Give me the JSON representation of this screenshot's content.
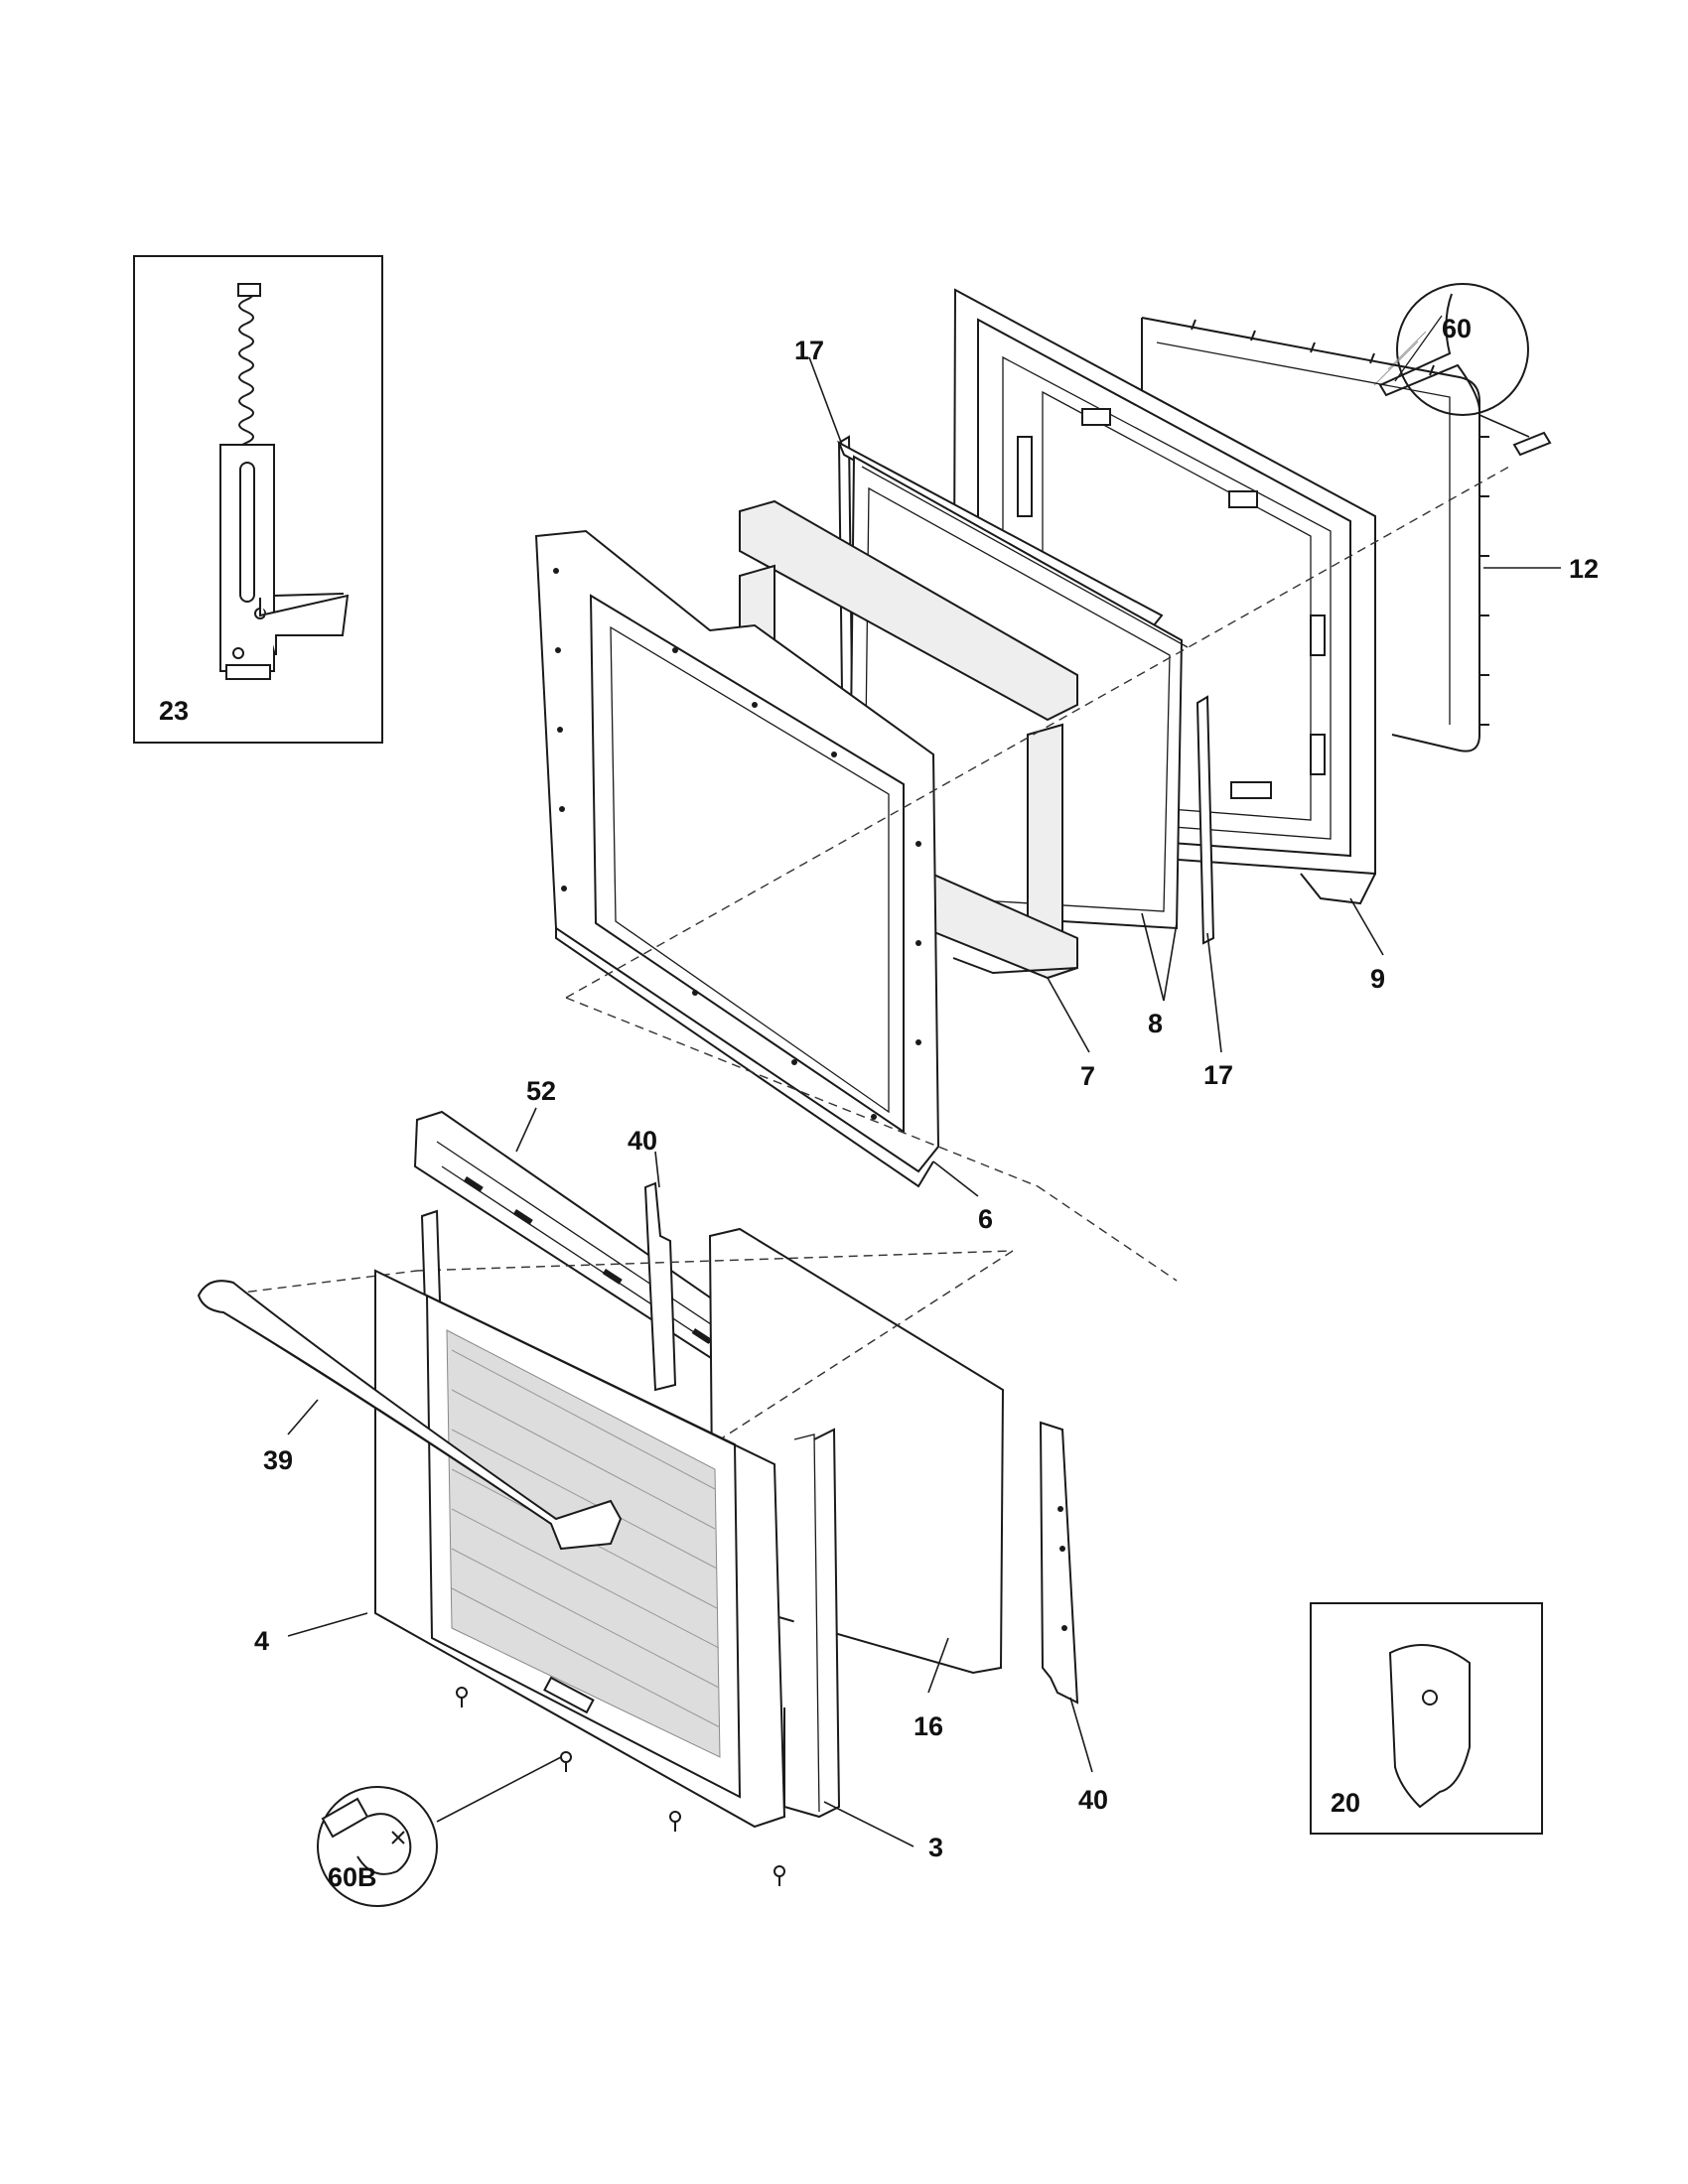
{
  "diagram": {
    "callouts": [
      {
        "id": "23",
        "label": "23"
      },
      {
        "id": "60",
        "label": "60"
      },
      {
        "id": "17a",
        "label": "17"
      },
      {
        "id": "12",
        "label": "12"
      },
      {
        "id": "9",
        "label": "9"
      },
      {
        "id": "8",
        "label": "8"
      },
      {
        "id": "17b",
        "label": "17"
      },
      {
        "id": "7",
        "label": "7"
      },
      {
        "id": "6",
        "label": "6"
      },
      {
        "id": "52",
        "label": "52"
      },
      {
        "id": "40a",
        "label": "40"
      },
      {
        "id": "39",
        "label": "39"
      },
      {
        "id": "4",
        "label": "4"
      },
      {
        "id": "16",
        "label": "16"
      },
      {
        "id": "40b",
        "label": "40"
      },
      {
        "id": "3",
        "label": "3"
      },
      {
        "id": "60b",
        "label": "60B"
      },
      {
        "id": "20",
        "label": "20"
      }
    ]
  }
}
